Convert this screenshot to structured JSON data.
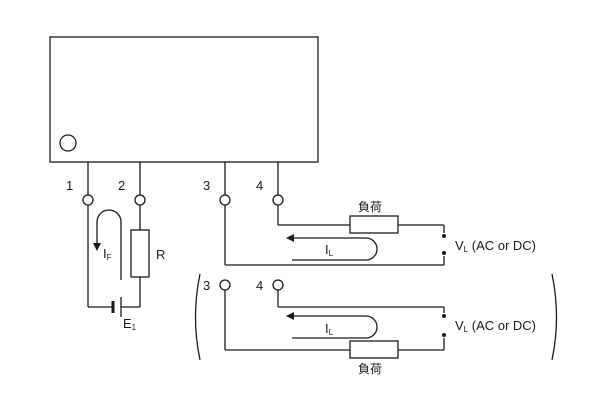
{
  "pins": {
    "p1": "1",
    "p2": "2",
    "p3": "3",
    "p4": "4",
    "p3_alt": "3",
    "p4_alt": "4"
  },
  "input": {
    "current_main": "I",
    "current_sub": "F",
    "resistor": "R",
    "battery_main": "E",
    "battery_sub": "1"
  },
  "output_top": {
    "load": "負荷",
    "current_main": "I",
    "current_sub": "L",
    "source_main": "V",
    "source_sub": "L",
    "source_rest": " (AC or DC)"
  },
  "output_alt": {
    "load": "負荷",
    "current_main": "I",
    "current_sub": "L",
    "source_main": "V",
    "source_sub": "L",
    "source_rest": " (AC or DC)"
  }
}
